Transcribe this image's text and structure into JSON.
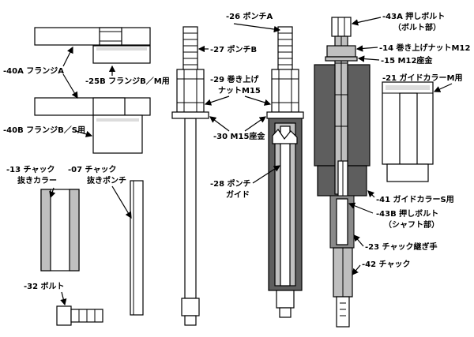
{
  "labels": {
    "l40a": "-40A フランジA",
    "l25b": "-25B フランジB／M用",
    "l40b": "-40B フランジB／S用",
    "l13a": "-13 チャック",
    "l13b": "抜きカラー",
    "l07a": "-07 チャック",
    "l07b": "抜きポンチ",
    "l32": "-32 ボルト",
    "l26": "-26 ポンチA",
    "l27": "-27 ポンチB",
    "l29a": "-29 巻き上げ",
    "l29b": "ナットM15",
    "l30": "-30 M15座金",
    "l28a": "-28 ポンチ",
    "l28b": "ガイド",
    "l43a1": "-43A 押しボルト",
    "l43a2": "（ボルト部）",
    "l14": "-14 巻き上げナットM12",
    "l15": "-15 M12座金",
    "l21": "-21 ガイドカラーM用",
    "l41": "-41 ガイドカラーS用",
    "l43b1": "-43B 押しボルト",
    "l43b2": "（シャフト部）",
    "l23": "-23 チャック継ぎ手",
    "l42": "-42 チャック"
  }
}
